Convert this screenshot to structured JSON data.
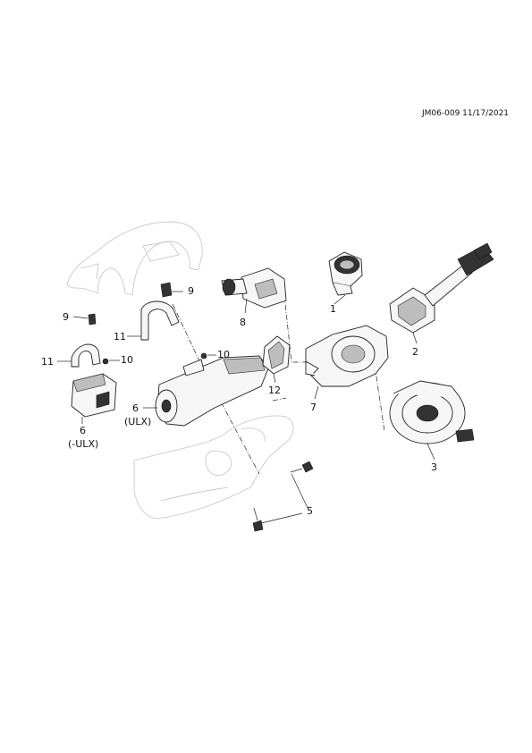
{
  "diagram": {
    "reference": "JM06-009 11/17/2021",
    "callouts": [
      {
        "id": "c1",
        "text": "1"
      },
      {
        "id": "c2",
        "text": "2"
      },
      {
        "id": "c3",
        "text": "3"
      },
      {
        "id": "c5",
        "text": "5"
      },
      {
        "id": "c6a",
        "text": "6"
      },
      {
        "id": "c6a_note",
        "text": "(ULX)"
      },
      {
        "id": "c6b",
        "text": "6"
      },
      {
        "id": "c6b_note",
        "text": "(-ULX)"
      },
      {
        "id": "c7",
        "text": "7"
      },
      {
        "id": "c8",
        "text": "8"
      },
      {
        "id": "c9a",
        "text": "9"
      },
      {
        "id": "c9b",
        "text": "9"
      },
      {
        "id": "c10a",
        "text": "10"
      },
      {
        "id": "c10b",
        "text": "10"
      },
      {
        "id": "c11a",
        "text": "11"
      },
      {
        "id": "c11b",
        "text": "11"
      },
      {
        "id": "c12",
        "text": "12"
      }
    ]
  }
}
